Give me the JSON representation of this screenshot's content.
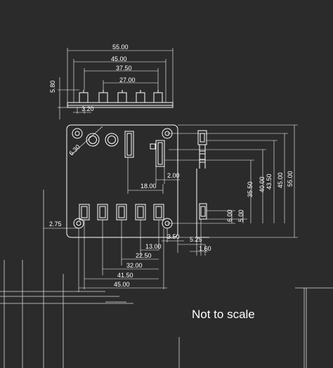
{
  "diagram": {
    "note": "Not to scale",
    "top_view_dims": {
      "width_55": "55.00",
      "width_45": "45.00",
      "width_37_5": "37.50",
      "width_27": "27.00",
      "height_5_8": "5.80",
      "offset_3_2": "3.20"
    },
    "front_dims": {
      "hole_dia": "6.30",
      "gap_2": "2.00",
      "span_18": "18.00",
      "edge_2_75": "2.75",
      "pin_3_5": "3.50",
      "pin_5_25": "5.25",
      "pin_1_6": "1.60"
    },
    "bottom_dims": [
      "13.00",
      "22.50",
      "32.00",
      "41.50",
      "45.00"
    ],
    "right_dims": [
      "6.00",
      "5.00",
      "35.50",
      "40.00",
      "43.50",
      "45.00",
      "55.00"
    ]
  }
}
